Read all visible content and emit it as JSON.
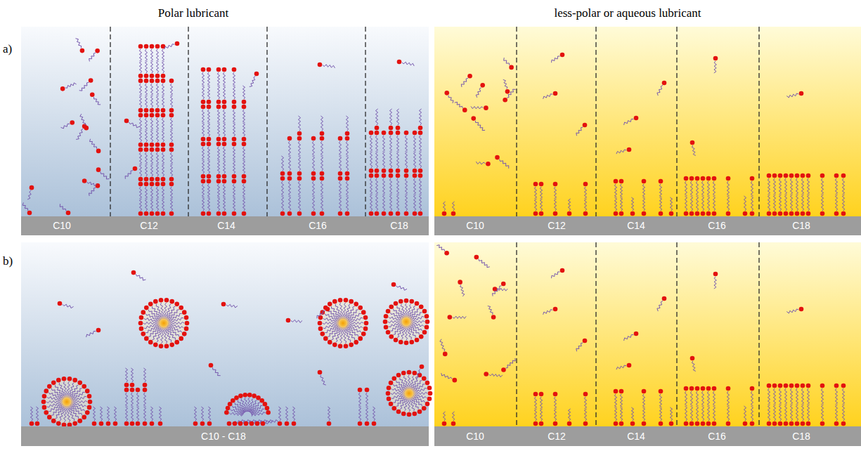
{
  "diagram": {
    "nodes": [
      {
        "text": [
          "C10",
          "C12",
          "C14",
          "C16",
          "C18"
        ]
      },
      {
        "text": [
          "C10",
          "C12",
          "C14",
          "C16",
          "C18"
        ]
      },
      {
        "text": [
          "C10 - C18"
        ]
      },
      {
        "text": [
          "C10",
          "C12",
          "C14",
          "C16",
          "C18"
        ]
      }
    ],
    "labels": [
      "Polar lubricant",
      "less-polar or aqueous lubricant",
      "a)",
      "b)"
    ]
  }
}
